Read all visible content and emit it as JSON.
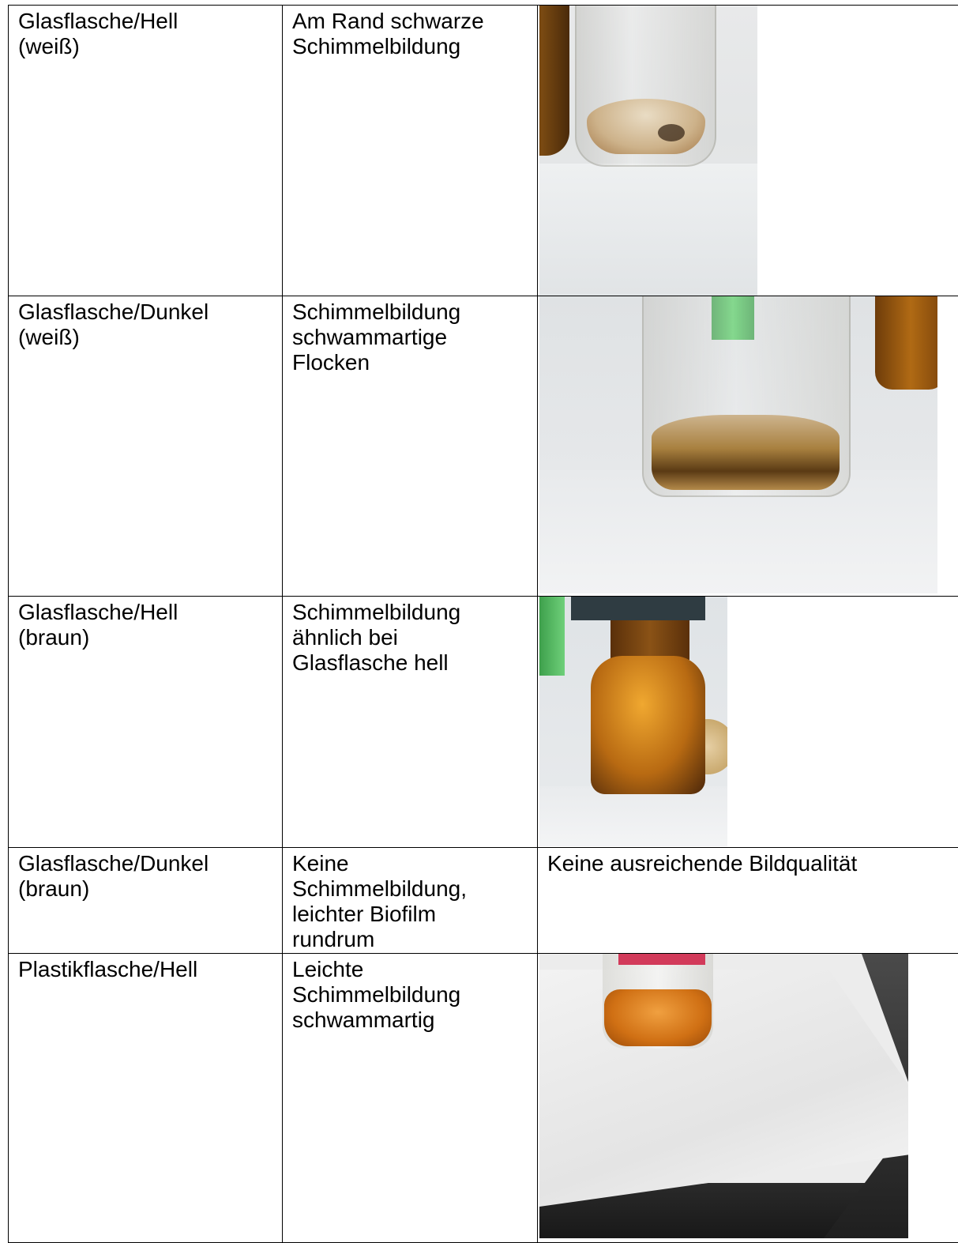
{
  "rows": [
    {
      "col1": [
        "Glasflasche/Hell",
        "(weiß)"
      ],
      "col2": [
        "Am Rand schwarze",
        "Schimmelbildung"
      ],
      "col3_text": ""
    },
    {
      "col1": [
        "Glasflasche/Dunkel",
        "(weiß)"
      ],
      "col2": [
        "Schimmelbildung",
        "schwammartige",
        "Flocken"
      ],
      "col3_text": ""
    },
    {
      "col1": [
        "Glasflasche/Hell",
        "(braun)"
      ],
      "col2": [
        "Schimmelbildung",
        "ähnlich bei",
        "Glasflasche hell"
      ],
      "col3_text": ""
    },
    {
      "col1": [
        "Glasflasche/Dunkel",
        "(braun)"
      ],
      "col2": [
        "Keine",
        "Schimmelbildung,",
        "leichter Biofilm",
        "rundrum"
      ],
      "col3_text": "Keine ausreichende Bildqualität"
    },
    {
      "col1": [
        "Plastikflasche/Hell"
      ],
      "col2": [
        "Leichte",
        "Schimmelbildung",
        "schwammartig"
      ],
      "col3_text": ""
    }
  ]
}
